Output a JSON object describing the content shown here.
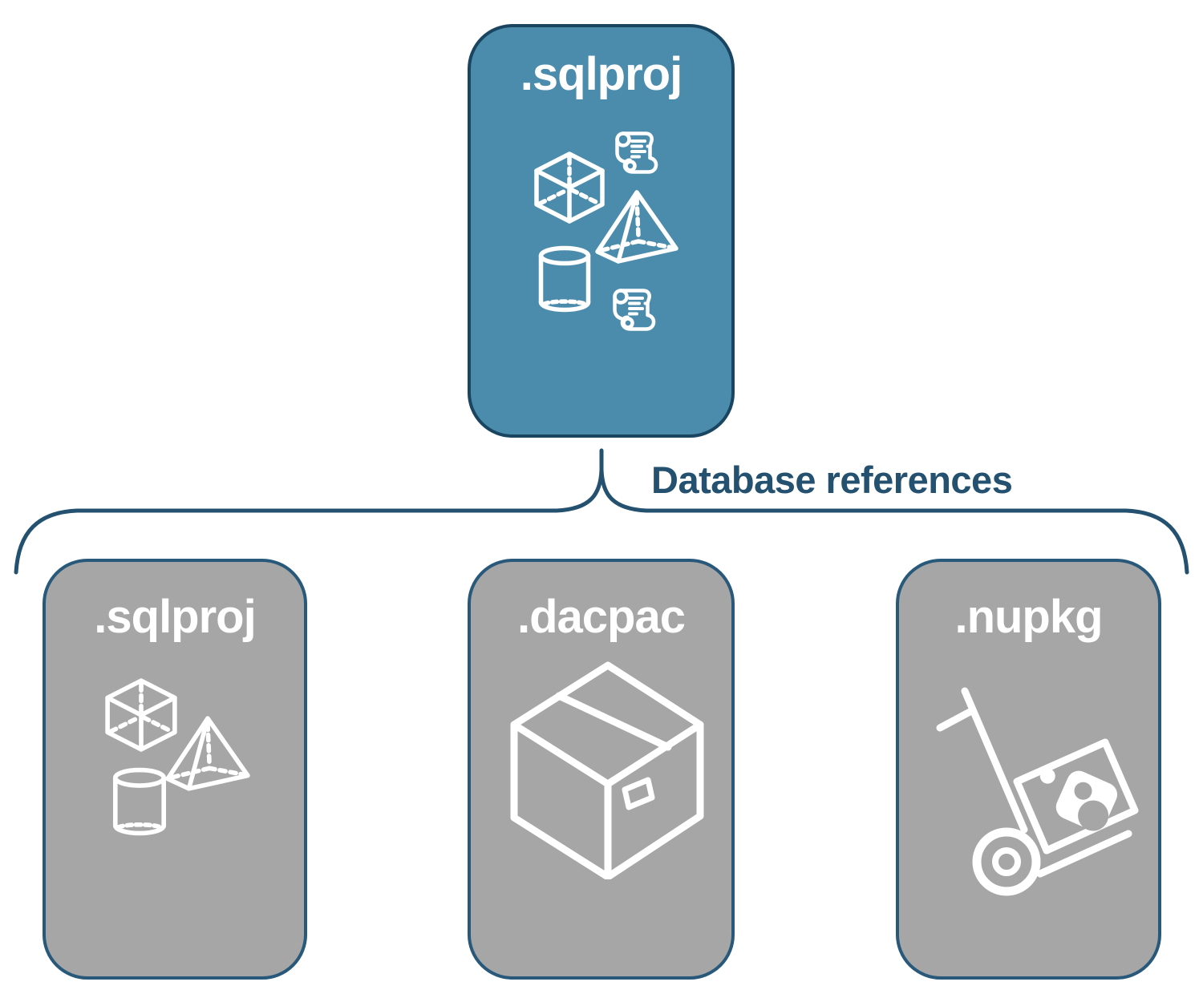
{
  "diagram": {
    "connector_label": "Database references",
    "root_box": {
      "label": ".sqlproj",
      "fill_color": "#4b8cad",
      "border_color": "#1a4561",
      "icons": [
        "cube-icon",
        "script-scroll-icon",
        "pyramid-icon",
        "cylinder-icon",
        "script-scroll-icon"
      ]
    },
    "child_boxes": [
      {
        "label": ".sqlproj",
        "icons": [
          "cube-icon",
          "pyramid-icon",
          "cylinder-icon"
        ]
      },
      {
        "label": ".dacpac",
        "icons": [
          "package-box-icon"
        ]
      },
      {
        "label": ".nupkg",
        "icons": [
          "hand-truck-package-icon"
        ]
      }
    ],
    "child_fill_color": "#a6a6a6",
    "child_border_color": "#28587a",
    "connector_color": "#24516f",
    "label_color": "#24516f",
    "icon_color": "#ffffff",
    "title_color": "#ffffff"
  }
}
